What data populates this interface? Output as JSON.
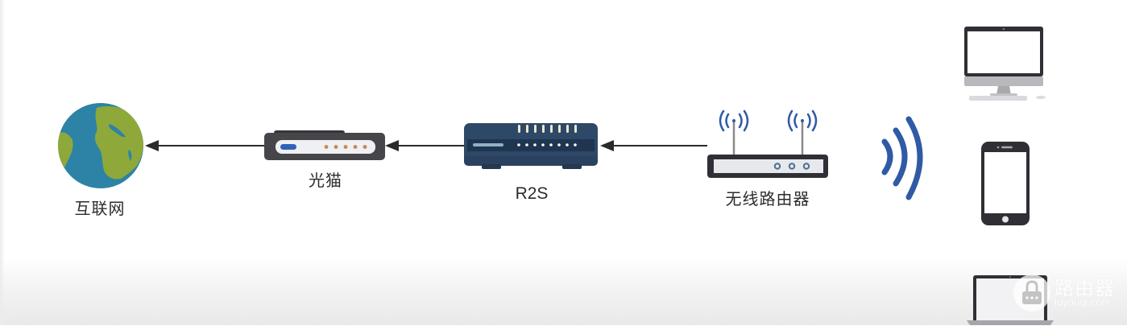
{
  "diagram": {
    "nodes": [
      {
        "id": "internet",
        "label": "互联网",
        "icon": "globe-icon"
      },
      {
        "id": "modem",
        "label": "光猫",
        "icon": "optical-modem-icon"
      },
      {
        "id": "r2s",
        "label": "R2S",
        "icon": "r2s-router-icon"
      },
      {
        "id": "wifi_router",
        "label": "无线路由器",
        "icon": "wireless-router-icon"
      }
    ],
    "edges": [
      {
        "from": "modem",
        "to": "internet"
      },
      {
        "from": "r2s",
        "to": "modem"
      },
      {
        "from": "wifi_router",
        "to": "r2s"
      }
    ],
    "wireless_signal_icon": "wifi-waves-icon",
    "clients": [
      {
        "id": "desktop",
        "icon": "desktop-computer-icon"
      },
      {
        "id": "phone",
        "icon": "smartphone-icon"
      },
      {
        "id": "laptop",
        "icon": "laptop-icon"
      }
    ]
  },
  "watermark": {
    "title": "路由器",
    "domain": "luyouqi.com",
    "icon": "lock-chat-icon"
  },
  "colors": {
    "arrow": "#2a2a2a",
    "globe_ocean": "#2d83a6",
    "globe_land": "#8ea83a",
    "modem_body": "#45454a",
    "modem_led_blue": "#2f63b8",
    "modem_led_orange": "#c98652",
    "r2s_body": "#2e4867",
    "signal_blue": "#2f5aa5",
    "device_dark": "#2f2f35"
  }
}
